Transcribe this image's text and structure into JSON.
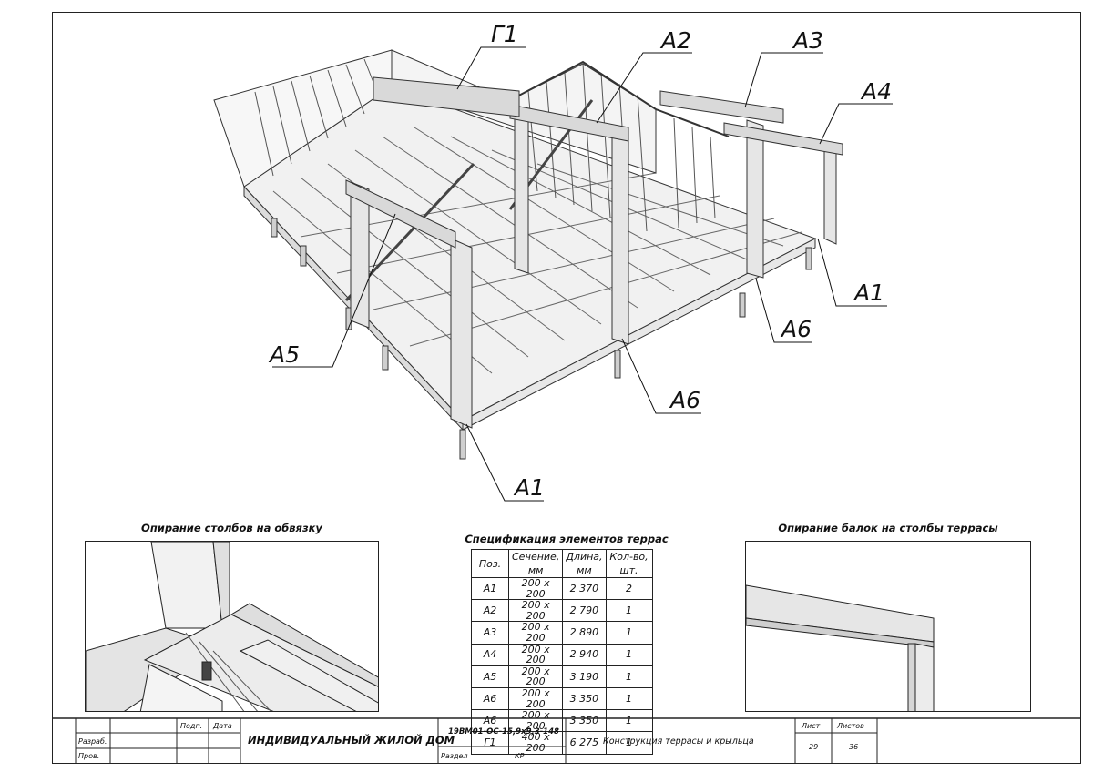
{
  "callouts": {
    "g1": "Г1",
    "a2": "А2",
    "a3": "А3",
    "a4": "А4",
    "a1_right": "А1",
    "a6_right": "А6",
    "a5": "А5",
    "a6_center": "А6",
    "a1_bottom": "А1"
  },
  "details": {
    "left_title": "Опирание столбов на обвязку",
    "right_title": "Опирание балок на столбы террасы"
  },
  "spec": {
    "title": "Спецификация элементов террас",
    "headers": {
      "pos": "Поз.",
      "section": "Сечение,\nмм",
      "length": "Длина,\nмм",
      "qty": "Кол-во,\nшт."
    },
    "rows": [
      [
        "А1",
        "200 x 200",
        "2 370",
        "2"
      ],
      [
        "А2",
        "200 x 200",
        "2 790",
        "1"
      ],
      [
        "А3",
        "200 x 200",
        "2 890",
        "1"
      ],
      [
        "А4",
        "200 x 200",
        "2 940",
        "1"
      ],
      [
        "А5",
        "200 x 200",
        "3 190",
        "1"
      ],
      [
        "А6",
        "200 x 200",
        "3 350",
        "1"
      ],
      [
        "А6",
        "200 x 200",
        "3 350",
        "1"
      ],
      [
        "Г1",
        "400 x 200",
        "6 275",
        "1"
      ]
    ]
  },
  "title_block": {
    "podp": "Подп.",
    "data": "Дата",
    "razrab": "Разраб.",
    "prov": "Пров.",
    "project_name": "ИНДИВИДУАЛЬНЫЙ ЖИЛОЙ ДОМ",
    "code": "19ВМ01-ОС-15,9х9,3-148",
    "razdel_label": "Раздел",
    "razdel_value": "КР",
    "sheet_title": "Конструкция террасы и крыльца",
    "list_label": "Лист",
    "listov_label": "Листов",
    "list_value": "29",
    "listov_value": "36"
  }
}
